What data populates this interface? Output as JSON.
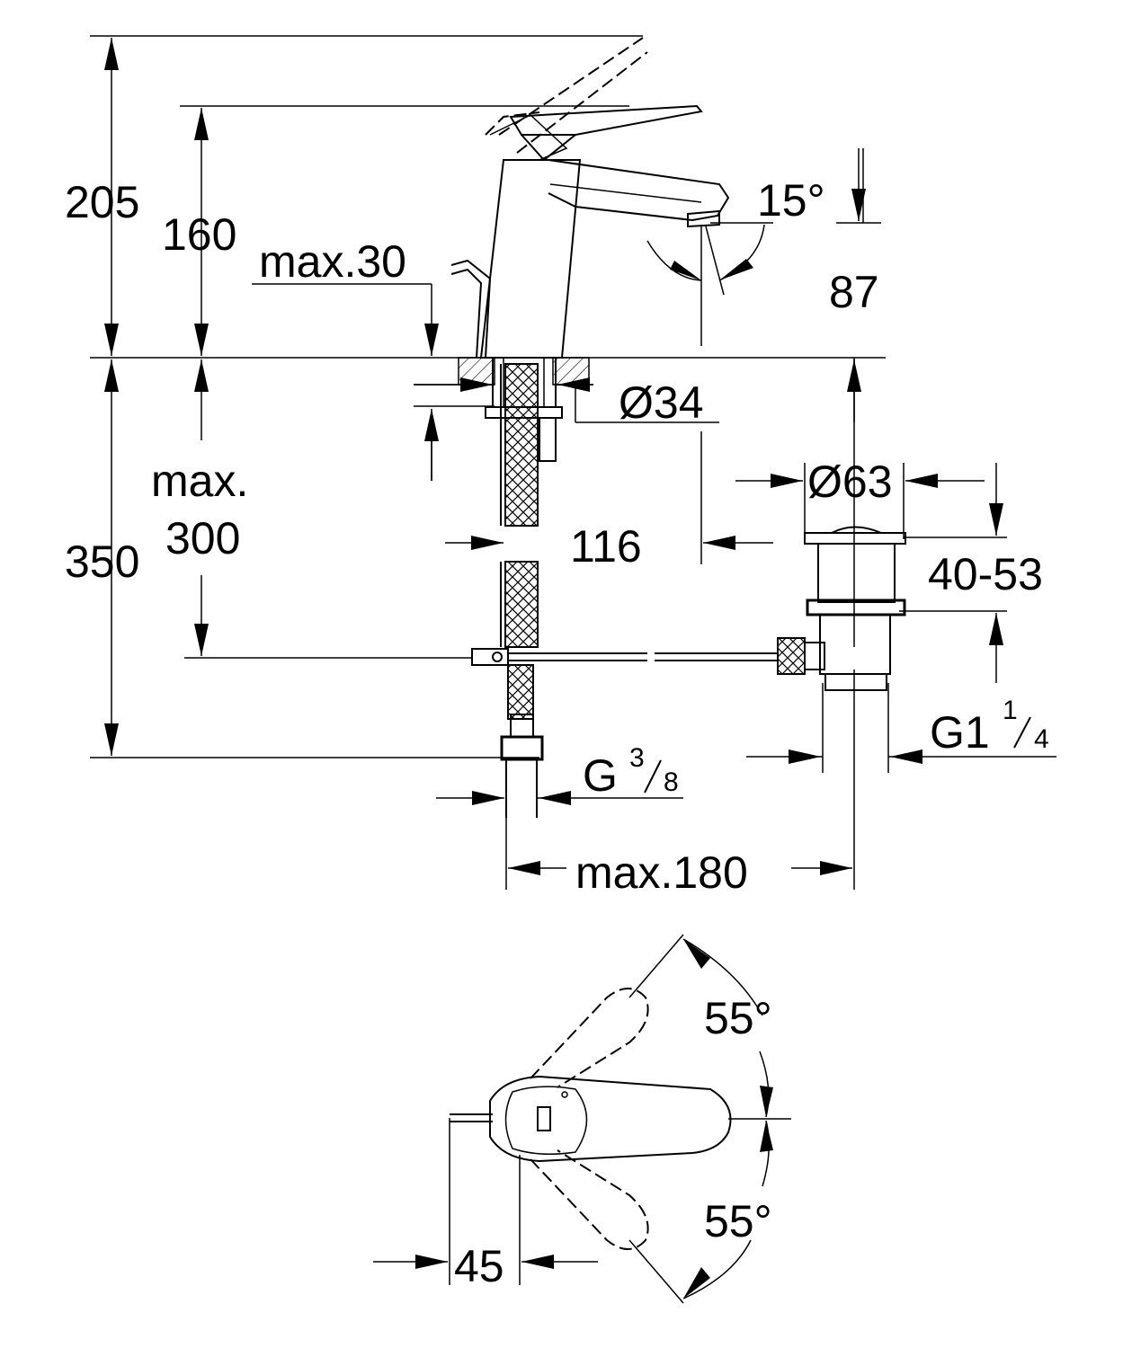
{
  "dimensions": {
    "total_height": "205",
    "lever_height": "160",
    "max_plate": "max.30",
    "spout_angle": "15°",
    "spout_height": "87",
    "hole_diameter": "Ø34",
    "max_label": "max.",
    "max_depth_value": "300",
    "below_deck": "350",
    "projection": "116",
    "waste_diameter": "Ø63",
    "waste_range": "40-53",
    "waste_thread_main": "G1",
    "waste_thread_num": "1",
    "waste_thread_den": "4",
    "supply_thread_main": "G",
    "supply_thread_num": "3",
    "supply_thread_den": "8",
    "waste_distance": "max.180",
    "lever_angle_top": "55°",
    "lever_angle_bottom": "55°",
    "rod_offset": "45"
  }
}
